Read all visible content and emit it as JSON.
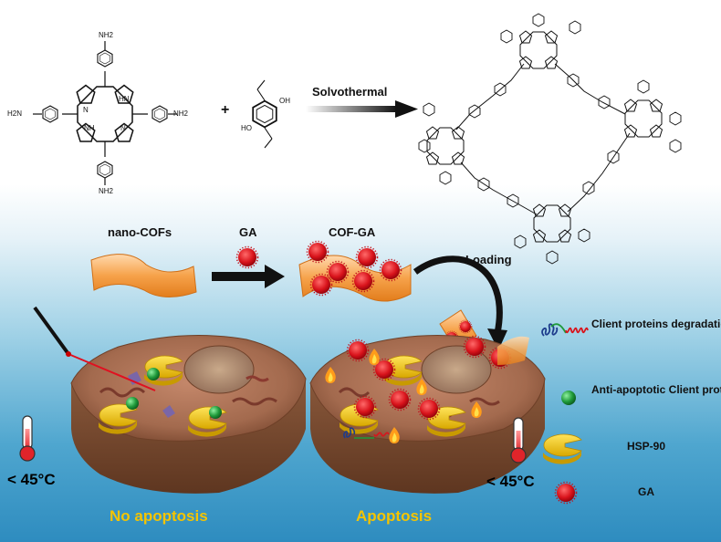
{
  "reaction": {
    "porphyrin_groups": [
      "NH2",
      "H2N",
      "NH2",
      "NH2"
    ],
    "porphyrin_nh": [
      "N",
      "HN",
      "NH",
      "N"
    ],
    "plus": "+",
    "aldehyde_oh": [
      "OH",
      "HO"
    ],
    "arrow_label": "Solvothermal"
  },
  "synthesis": {
    "nano_cofs_label": "nano-COFs",
    "ga_label": "GA",
    "cof_ga_label": "COF-GA",
    "loading_label": "Loading"
  },
  "cells": {
    "left_temp": "< 45°C",
    "left_status": "No apoptosis",
    "right_temp": "< 45°C",
    "right_status": "Apoptosis"
  },
  "legend": [
    {
      "icon": "client-protein-degradation-icon",
      "label": "Client proteins degradation"
    },
    {
      "icon": "anti-apoptotic-protein-icon",
      "label": "Anti-apoptotic Client proteins"
    },
    {
      "icon": "hsp90-icon",
      "label": "HSP-90"
    },
    {
      "icon": "ga-particle-icon",
      "label": "GA"
    }
  ],
  "colors": {
    "ga_red": "#d9141c",
    "hsp90_yellow": "#f5c800",
    "protein_green": "#1f9a3a",
    "cof_orange": "#f6a24a",
    "cell_brown": "#8b5a3c",
    "status_yellow": "#f5c400"
  }
}
